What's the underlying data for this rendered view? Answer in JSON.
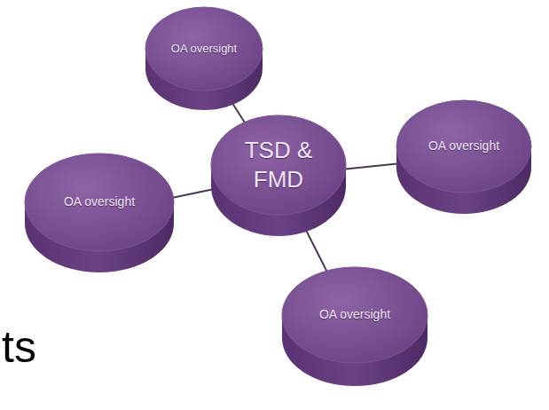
{
  "diagram": {
    "nodes": [
      {
        "text": [
          "OA oversight"
        ]
      },
      {
        "text": [
          "OA oversight"
        ]
      },
      {
        "text": [
          "TSD & FMD"
        ]
      },
      {
        "text": [
          "OA oversight"
        ]
      },
      {
        "text": [
          "OA oversight"
        ]
      }
    ],
    "edges": [
      {
        "from": 2,
        "to": 0,
        "arrow": "none"
      },
      {
        "from": 2,
        "to": 1,
        "arrow": "none"
      },
      {
        "from": 2,
        "to": 3,
        "arrow": "none"
      },
      {
        "from": 2,
        "to": 4,
        "arrow": "none"
      }
    ],
    "labels": [
      "ts"
    ]
  }
}
